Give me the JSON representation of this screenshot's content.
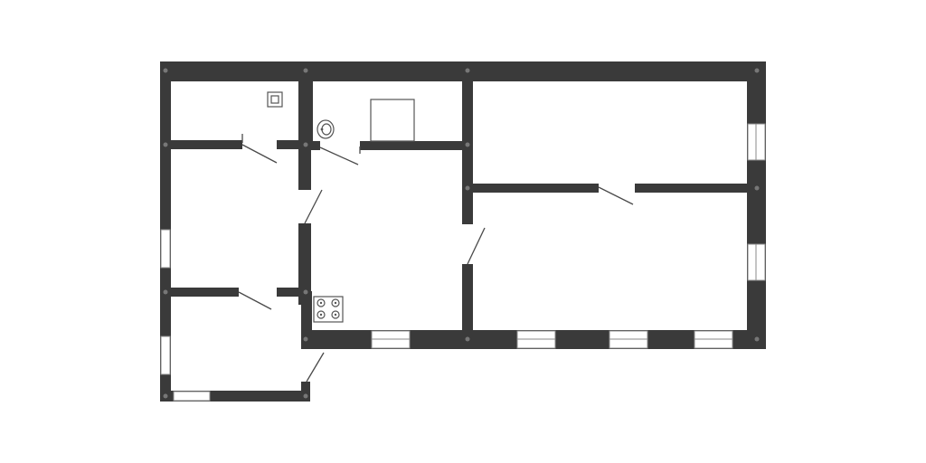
{
  "plan": {
    "wall_color": "#3a3a3a",
    "window_color": "#ffffff",
    "background": "#ffffff",
    "rooms": [
      {
        "id": "storage-nw",
        "kind": "storage"
      },
      {
        "id": "bathroom",
        "kind": "bathroom"
      },
      {
        "id": "room-ne",
        "kind": "room"
      },
      {
        "id": "room-west",
        "kind": "room"
      },
      {
        "id": "kitchen-hall",
        "kind": "kitchen"
      },
      {
        "id": "room-east",
        "kind": "room"
      },
      {
        "id": "entrance-porch",
        "kind": "entrance"
      }
    ],
    "fixtures": [
      {
        "id": "chimney",
        "icon": "chimney-square-icon"
      },
      {
        "id": "sink",
        "icon": "washbasin-icon"
      },
      {
        "id": "bathtub",
        "icon": "bathtub-icon"
      },
      {
        "id": "stove",
        "icon": "stove-icon"
      }
    ]
  }
}
